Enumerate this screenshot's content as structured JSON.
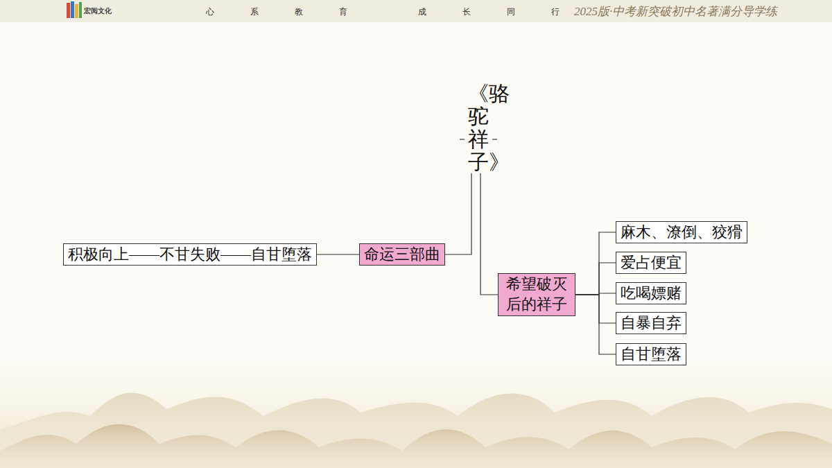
{
  "diagram": {
    "nodes": [
      {
        "text": [
          "《骆驼祥子》"
        ]
      },
      {
        "text": [
          "命运三部曲"
        ]
      },
      {
        "text": [
          "积极向上——不甘失败——自甘堕落"
        ]
      },
      {
        "text": [
          "希望破灭后的祥子"
        ]
      },
      {
        "text": [
          "麻木、潦倒、狡猾"
        ]
      },
      {
        "text": [
          "爱占便宜"
        ]
      },
      {
        "text": [
          "吃喝嫖赌"
        ]
      },
      {
        "text": [
          "自暴自弃"
        ]
      },
      {
        "text": [
          "自甘堕落"
        ]
      }
    ],
    "edges": [
      {
        "from": 0,
        "to": 1,
        "arrow": "none"
      },
      {
        "from": 1,
        "to": 2,
        "arrow": "none"
      },
      {
        "from": 0,
        "to": 3,
        "arrow": "none"
      },
      {
        "from": 3,
        "to": 4,
        "arrow": "none"
      },
      {
        "from": 3,
        "to": 5,
        "arrow": "none"
      },
      {
        "from": 3,
        "to": 6,
        "arrow": "none"
      },
      {
        "from": 3,
        "to": 7,
        "arrow": "none"
      },
      {
        "from": 3,
        "to": 8,
        "arrow": "none"
      }
    ],
    "labels": [
      "宏阅文化",
      "心系教育",
      "成长同行",
      "2025版·中考新突破初中名著满分导学练"
    ]
  }
}
